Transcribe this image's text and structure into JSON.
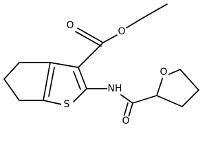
{
  "atoms": {
    "ester_o_double": "O",
    "ester_o_single": "O",
    "amide_nh": "NH",
    "thiophene_s": "S",
    "amide_o": "O",
    "thf_o": "O"
  }
}
